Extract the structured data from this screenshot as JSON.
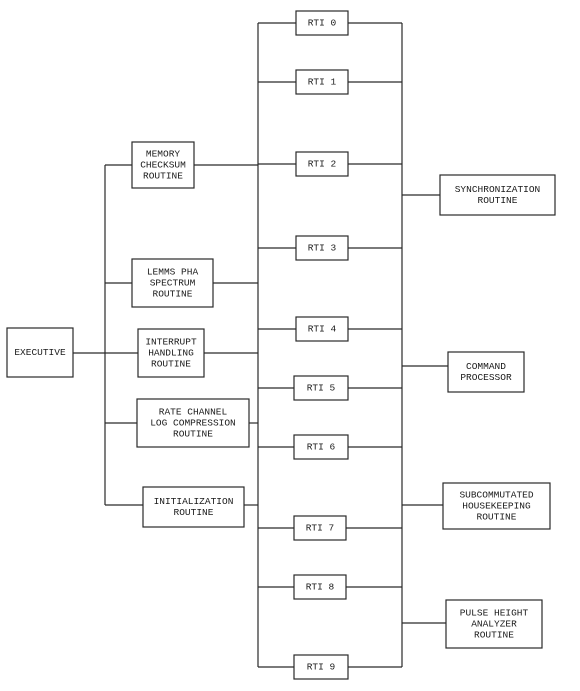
{
  "executive": "EXECUTIVE",
  "routines": [
    [
      "MEMORY",
      "CHECKSUM",
      "ROUTINE"
    ],
    [
      "LEMMS PHA",
      "SPECTRUM",
      "ROUTINE"
    ],
    [
      "INTERRUPT",
      "HANDLING",
      "ROUTINE"
    ],
    [
      "RATE CHANNEL",
      "LOG COMPRESSION",
      "ROUTINE"
    ],
    [
      "INITIALIZATION",
      "ROUTINE"
    ]
  ],
  "rti": [
    "RTI 0",
    "RTI 1",
    "RTI 2",
    "RTI 3",
    "RTI 4",
    "RTI 5",
    "RTI 6",
    "RTI 7",
    "RTI 8",
    "RTI 9"
  ],
  "handlers": [
    [
      "SYNCHRONIZATION",
      "ROUTINE"
    ],
    [
      "COMMAND",
      "PROCESSOR"
    ],
    [
      "SUBCOMMUTATED",
      "HOUSEKEEPING",
      "ROUTINE"
    ],
    [
      "PULSE HEIGHT",
      "ANALYZER",
      "ROUTINE"
    ]
  ]
}
